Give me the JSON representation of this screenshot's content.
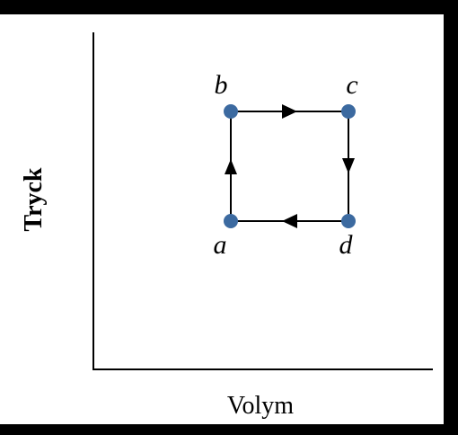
{
  "axes": {
    "x_label": "Volym",
    "y_label": "Tryck"
  },
  "states": [
    {
      "id": "a",
      "label": "a"
    },
    {
      "id": "b",
      "label": "b"
    },
    {
      "id": "c",
      "label": "c"
    },
    {
      "id": "d",
      "label": "d"
    }
  ],
  "cycle": [
    "a",
    "b",
    "c",
    "d",
    "a"
  ],
  "colors": {
    "point": "#3c6aa0",
    "line": "#000000",
    "axis": "#000000",
    "background": "#ffffff",
    "frame": "#000000"
  }
}
